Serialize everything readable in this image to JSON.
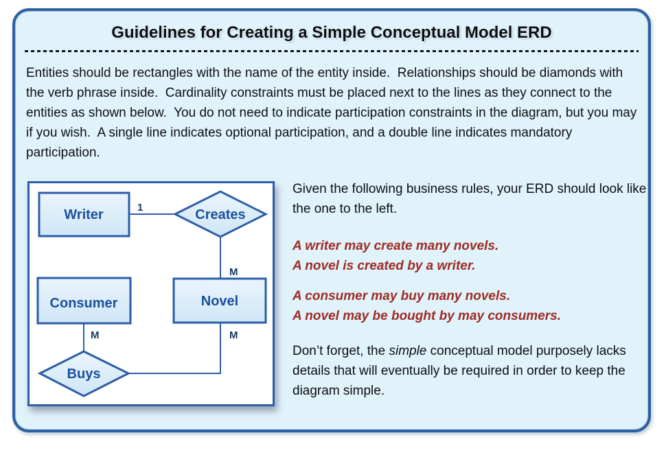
{
  "title": "Guidelines for Creating a Simple Conceptual Model ERD",
  "intro": "Entities should be rectangles with the name of the entity inside.  Relationships should be diamonds with the verb phrase inside.  Cardinality constraints must be placed next to the lines as they connect to the entities as shown below.  You do not need to indicate participation constraints in the diagram, but you may if you wish.  A single line indicates optional participation, and a double line indicates mandatory participation.",
  "right": {
    "lead": "Given the following business rules, your ERD should look like the one to the left.",
    "rules": [
      "A writer may create many novels.",
      "A novel is created by a writer.",
      "A consumer may buy many novels.",
      "A novel may be bought by may consumers."
    ],
    "closing": {
      "prefix": "Don’t forget, the ",
      "emphasis": "simple",
      "suffix": " conceptual model purposely lacks details that will eventually be required in order to keep the diagram simple."
    }
  },
  "diagram": {
    "entities": [
      {
        "label": "Writer"
      },
      {
        "label": "Consumer"
      },
      {
        "label": "Novel"
      }
    ],
    "relationships": [
      {
        "label": "Creates"
      },
      {
        "label": "Buys"
      }
    ],
    "cardinalities": {
      "writer_creates": "1",
      "creates_novel": "M",
      "consumer_buys": "M",
      "buys_novel": "M"
    }
  },
  "colors": {
    "panel_bg": "#e0f2fa",
    "panel_border": "#2d61a5",
    "diagram_border": "#2b5ca8",
    "entity_fill_top": "#eaf5fc",
    "entity_fill_bottom": "#cfe6f6",
    "entity_text": "#1b4f9c",
    "cardinality_text": "#17375e",
    "rule_text": "#9e2b24",
    "body_text": "#0e1013"
  }
}
